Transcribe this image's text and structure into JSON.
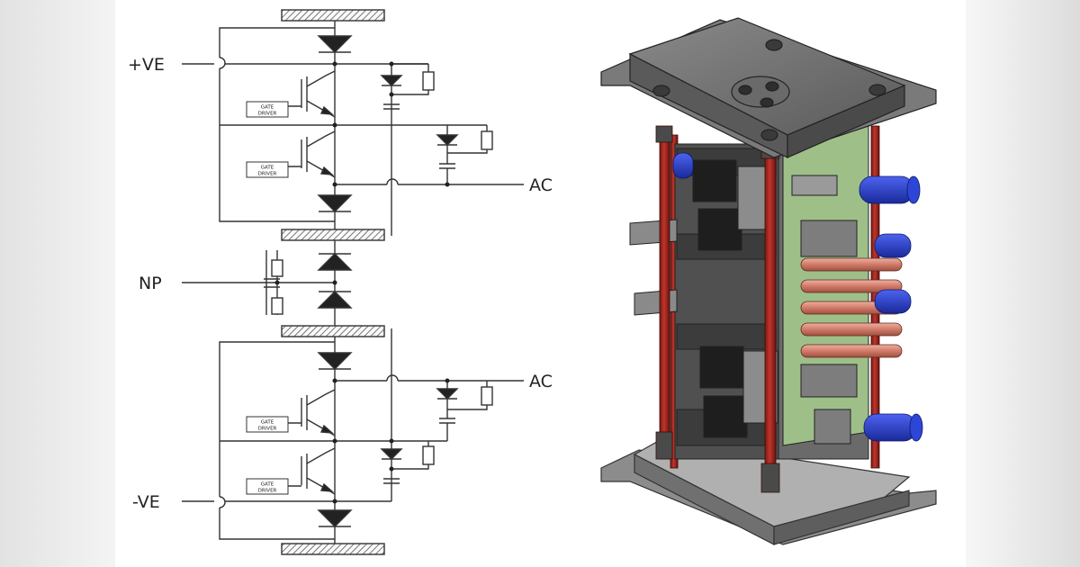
{
  "labels": {
    "pos_dc": "+VE",
    "neg_dc": "-VE",
    "neutral": "NP",
    "ac_top": "AC",
    "ac_bottom": "AC"
  },
  "gate_driver": {
    "line1": "GATE",
    "line2": "DRIVER"
  },
  "colors": {
    "line": "#333333",
    "rod": "#a3241c",
    "cap": "#2a3ec8",
    "resistor": "#d98878",
    "pcb": "#9fbf88",
    "metal": "#6e6e6e"
  }
}
